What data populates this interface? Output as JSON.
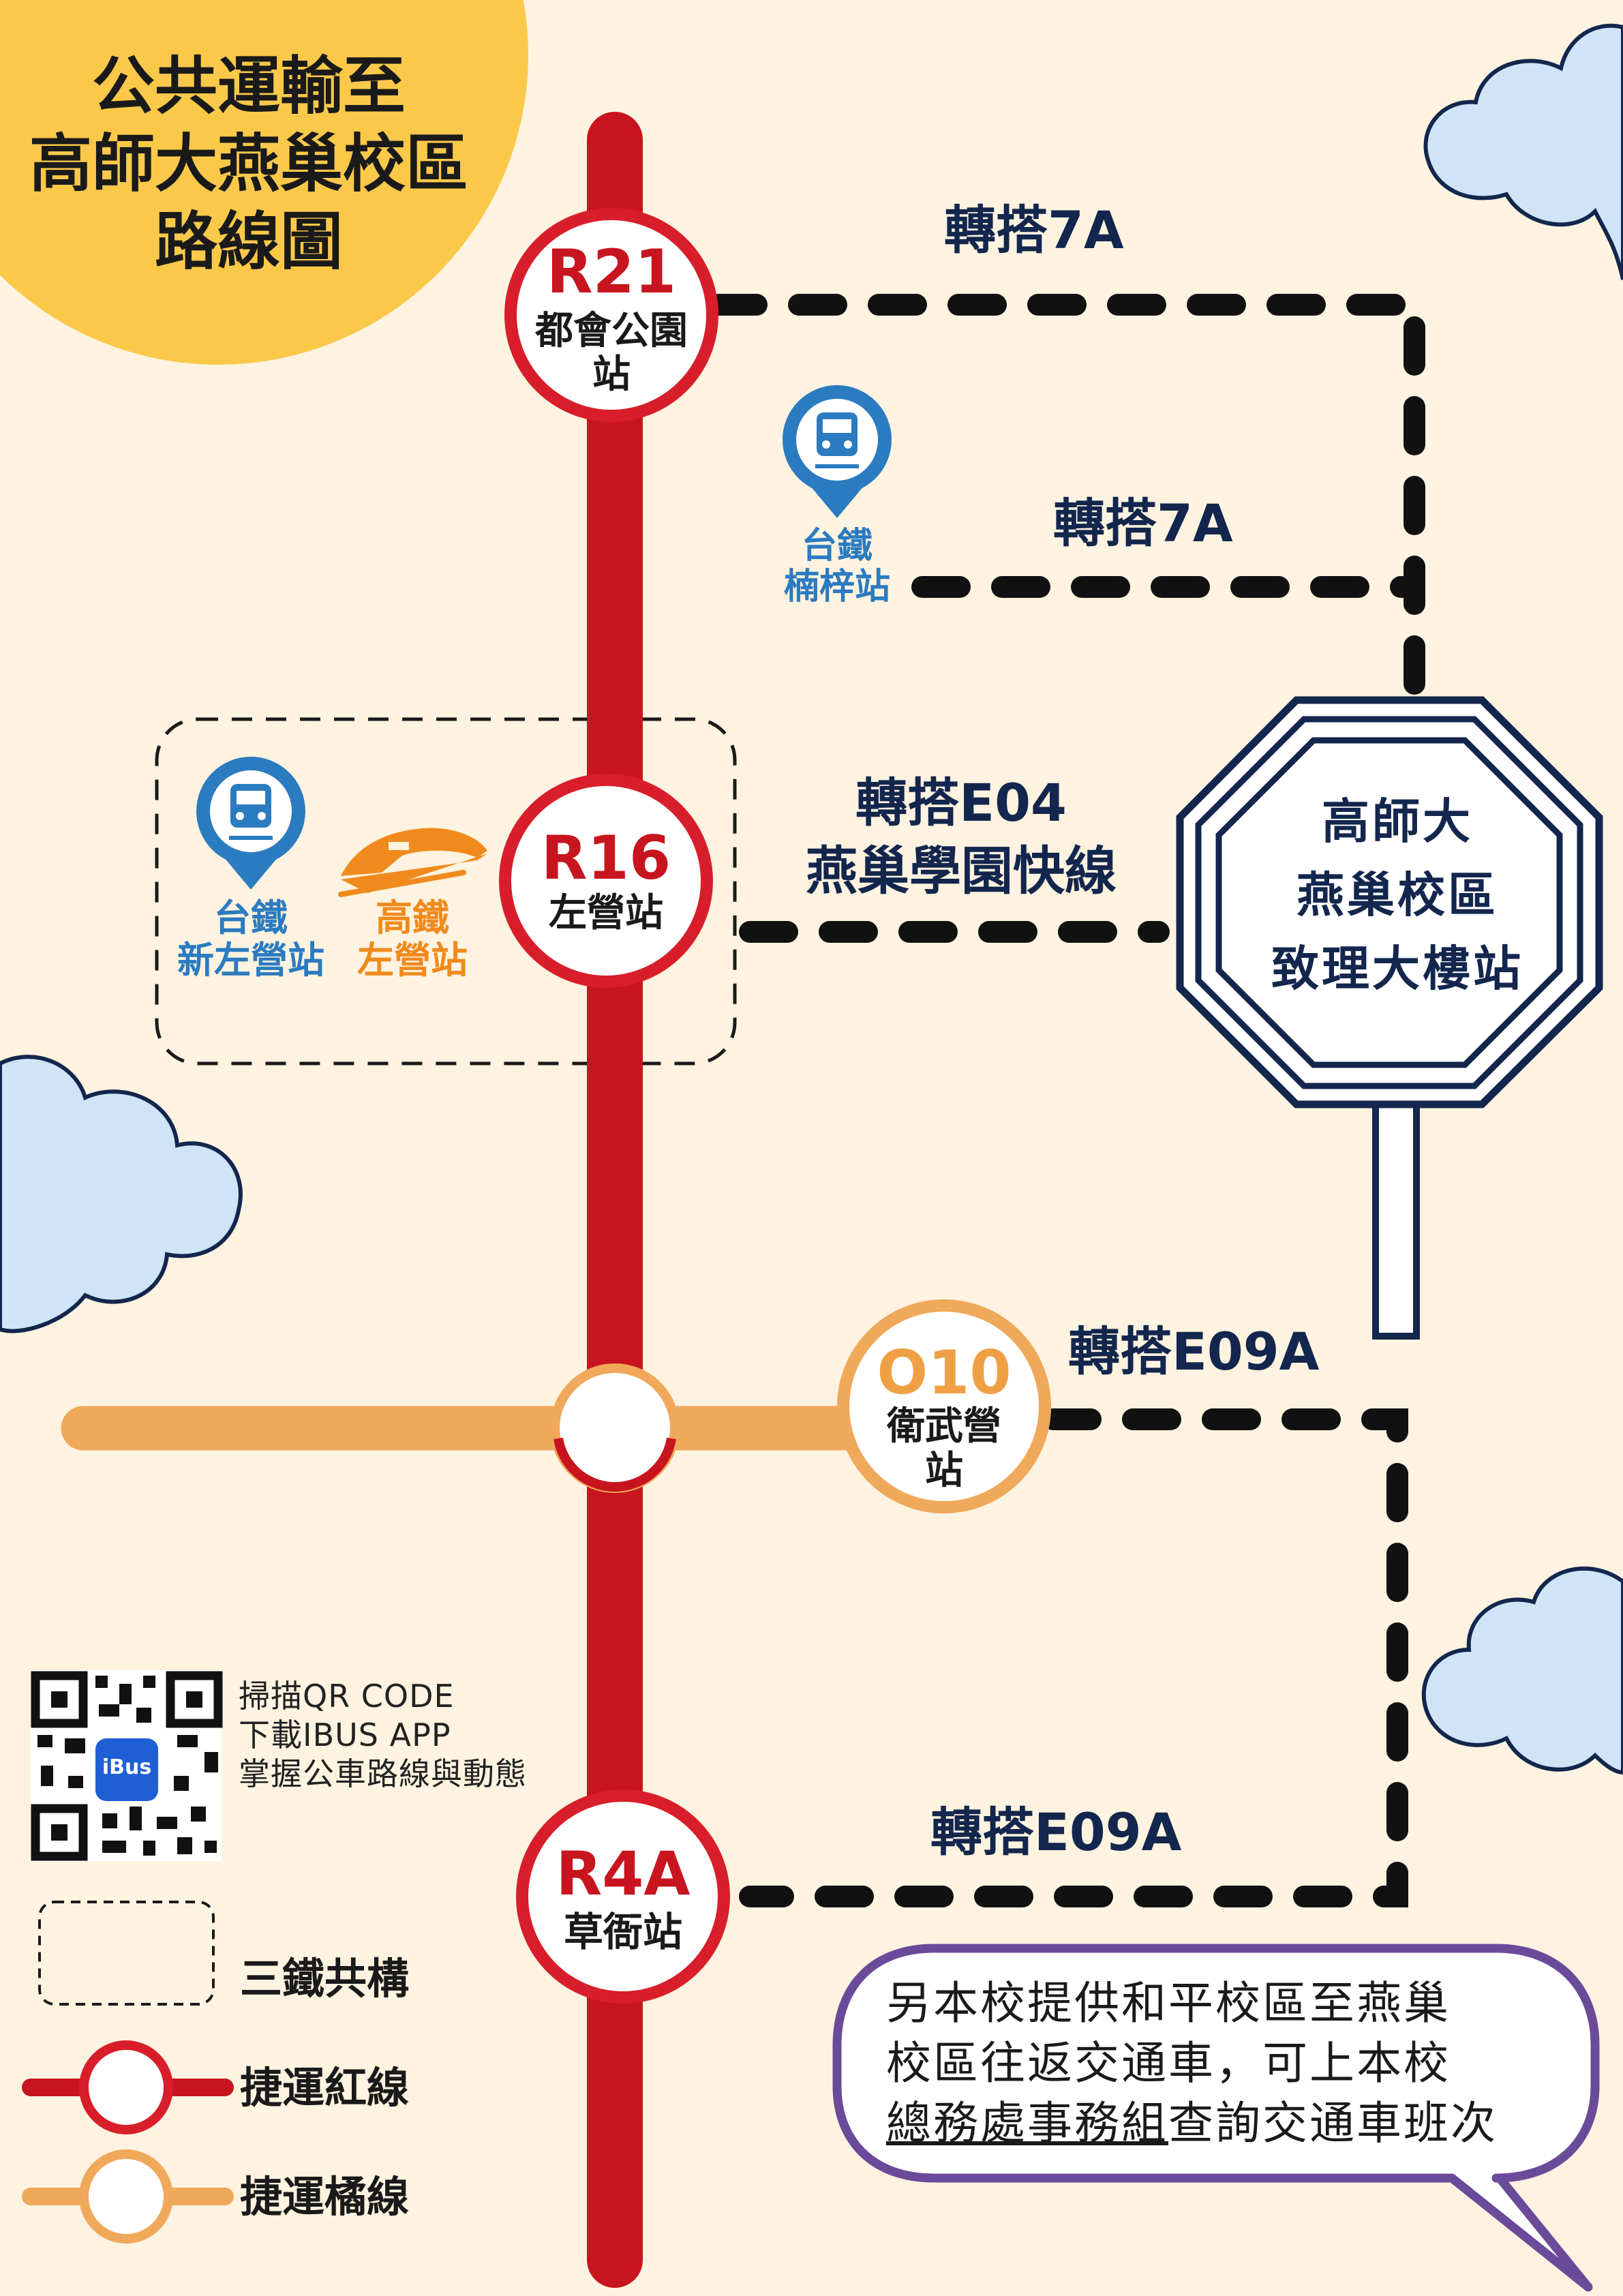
{
  "title": [
    "公共運輸至",
    "高師大燕巢校區",
    "路線圖"
  ],
  "stations": {
    "r21": {
      "code": "R21",
      "name_line1": "都會公園",
      "name_line2": "站"
    },
    "r16": {
      "code": "R16",
      "name": "左營站"
    },
    "r4a": {
      "code": "R4A",
      "name": "草衙站"
    },
    "o10": {
      "code": "O10",
      "name_line1": "衛武營",
      "name_line2": "站"
    }
  },
  "rail_stations": {
    "nanzi": {
      "line1": "台鐵",
      "line2": "楠梓站"
    },
    "xinzuoying": {
      "line1": "台鐵",
      "line2": "新左營站"
    },
    "hsr_zuoying": {
      "line1": "高鐵",
      "line2": "左營站"
    }
  },
  "transfers": {
    "r21_route": "轉搭7A",
    "nanzi_route": "轉搭7A",
    "r16_route_line1": "轉搭E04",
    "r16_route_line2": "燕巢學園快線",
    "o10_route": "轉搭E09A",
    "r4a_route": "轉搭E09A"
  },
  "destination": {
    "line1": "高師大",
    "line2": "燕巢校區",
    "line3": "致理大樓站"
  },
  "qr": {
    "badge": "iBus",
    "line1": "掃描QR CODE",
    "line2": "下載IBUS APP",
    "line3": "掌握公車路線與動態"
  },
  "legend": {
    "three_rail": "三鐵共構",
    "red_line": "捷運紅線",
    "orange_line": "捷運橘線"
  },
  "note": {
    "line1": "另本校提供和平校區至燕巢",
    "line2": "校區往返交通車，可上本校",
    "line3_link": "總務處事務組",
    "line3_rest": "查詢交通車班次"
  },
  "colors": {
    "red_line": "#c8141e",
    "orange_line": "#f0a85a",
    "navy": "#13264d",
    "tra_blue": "#2b7bc0",
    "hsr_orange": "#f08a1c",
    "sun": "#fbc94a",
    "cloud": "#cfe5f7",
    "bubble_border": "#6b4a9a"
  }
}
